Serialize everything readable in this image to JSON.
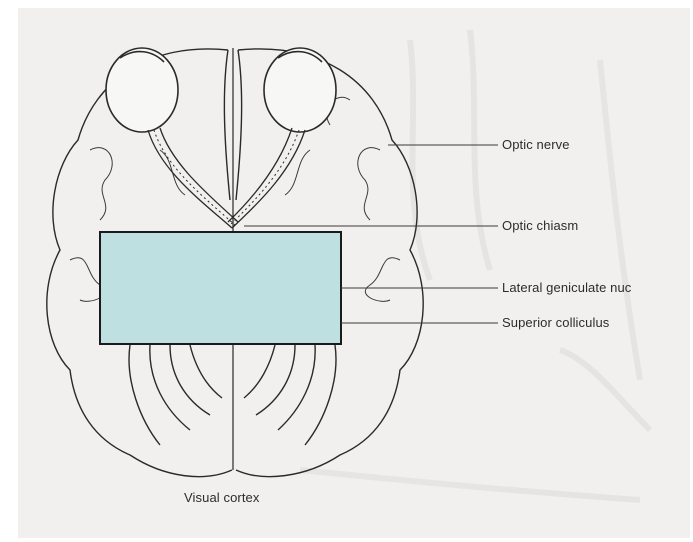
{
  "labels": {
    "optic_nerve": "Optic nerve",
    "optic_chiasm": "Optic chiasm",
    "lateral_geniculate": "Lateral geniculate nuc",
    "superior_colliculus": "Superior colliculus",
    "visual_cortex": "Visual cortex"
  },
  "colors": {
    "paper": "#f1f0ef",
    "line": "#2a2a2a",
    "box_fill": "#bfe0e0",
    "box_stroke": "#1a1a1a"
  }
}
